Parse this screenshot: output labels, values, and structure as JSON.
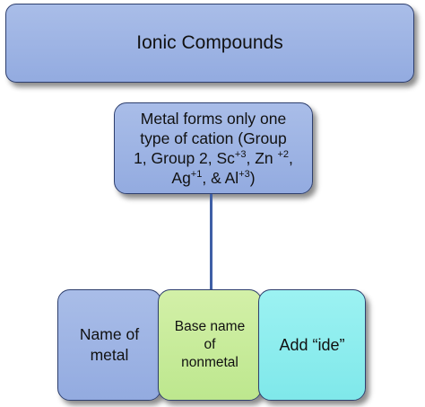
{
  "title": "Ionic Compounds",
  "condition": {
    "line1": "Metal forms only one",
    "line2": "type of cation (Group",
    "line3_a": "1, Group 2, Sc",
    "line3_b": "+3",
    "line3_c": ", Zn ",
    "line3_d": "+2",
    "line3_e": ",",
    "line4_a": "Ag",
    "line4_b": "+1",
    "line4_c": ", & Al",
    "line4_d": "+3",
    "line4_e": ")"
  },
  "steps": [
    {
      "line1": "Name of",
      "line2": "metal",
      "line3": ""
    },
    {
      "line1": "Base name",
      "line2": "of",
      "line3": "nonmetal"
    },
    {
      "line1": "Add “ide”",
      "line2": "",
      "line3": ""
    }
  ],
  "colors": {
    "blue_box": "#9fb4e4",
    "green_box": "#c8eb9b",
    "cyan_box": "#8ceded",
    "connector": "#3f5fa6",
    "border": "#2e3f6e"
  }
}
